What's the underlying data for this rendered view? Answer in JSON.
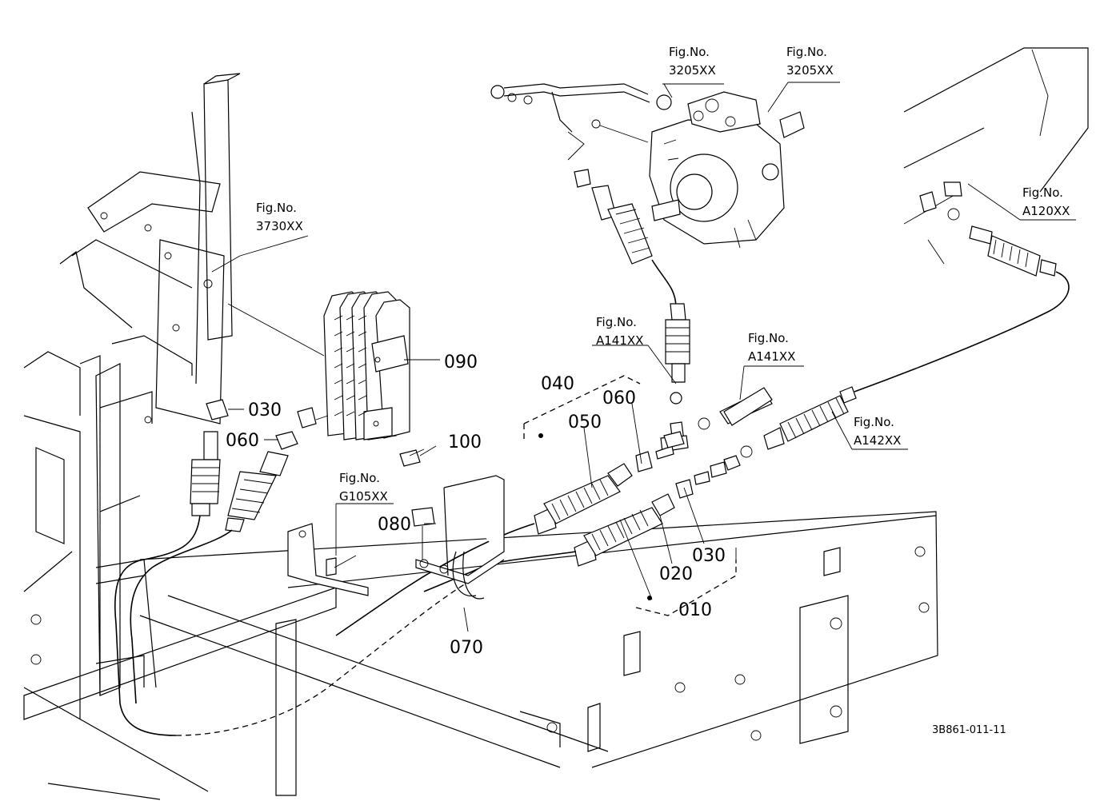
{
  "callouts": {
    "c010": "010",
    "c020": "020",
    "c030a": "030",
    "c030b": "030",
    "c040": "040",
    "c050": "050",
    "c060a": "060",
    "c060b": "060",
    "c070": "070",
    "c080": "080",
    "c090": "090",
    "c100": "100"
  },
  "figrefs": {
    "f3205a": {
      "label": "Fig.No.",
      "code": "3205XX"
    },
    "f3205b": {
      "label": "Fig.No.",
      "code": "3205XX"
    },
    "f3730": {
      "label": "Fig.No.",
      "code": "3730XX"
    },
    "f141a": {
      "label": "Fig.No.",
      "code": "A141XX"
    },
    "f141b": {
      "label": "Fig.No.",
      "code": "A141XX"
    },
    "f120": {
      "label": "Fig.No.",
      "code": "A120XX"
    },
    "f142": {
      "label": "Fig.No.",
      "code": "A142XX"
    },
    "g105": {
      "label": "Fig.No.",
      "code": "G105XX"
    }
  },
  "drawing_code": "3B861-011-11"
}
